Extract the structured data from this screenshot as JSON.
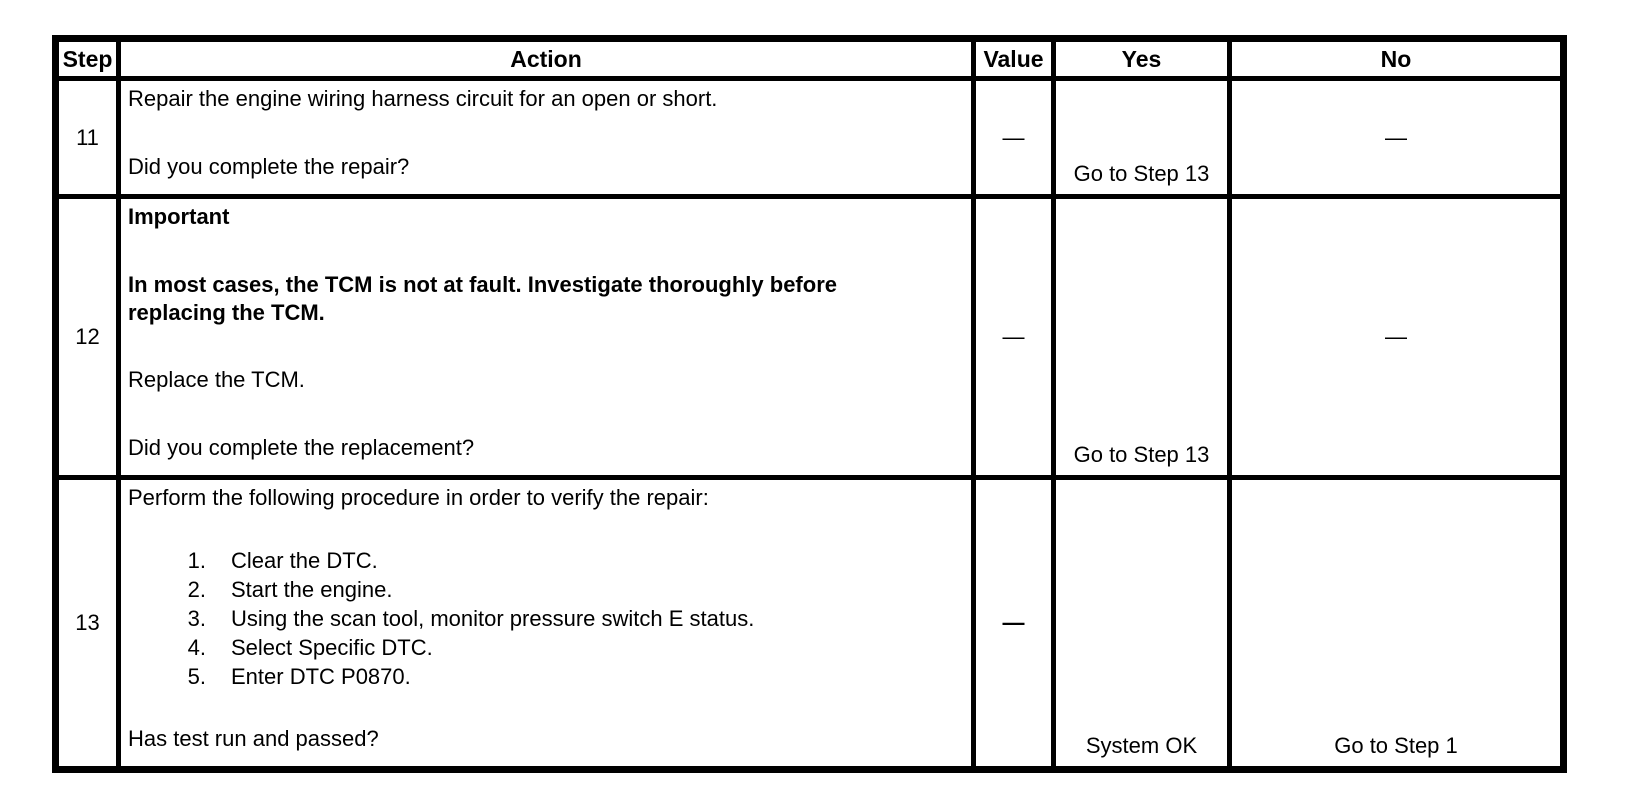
{
  "page": {
    "background": "#ffffff"
  },
  "table": {
    "colors": {
      "border": "#000000",
      "text": "#000000",
      "background": "#ffffff"
    },
    "header": {
      "step": "Step",
      "action": "Action",
      "value": "Value",
      "yes": "Yes",
      "no": "No"
    },
    "rows": [
      {
        "step": "11",
        "action": {
          "p1": "Repair the engine wiring harness circuit for an open or short.",
          "question": "Did you complete the repair?"
        },
        "value": "—",
        "yes": "Go to Step 13",
        "no": "—"
      },
      {
        "step": "12",
        "action": {
          "heading": "Important",
          "notice_line1": "In most cases, the TCM is not at fault. Investigate thoroughly before",
          "notice_line2": "replacing the TCM.",
          "p3": "Replace the TCM.",
          "question": "Did you complete the replacement?"
        },
        "value": "—",
        "yes": "Go to Step 13",
        "no": "—"
      },
      {
        "step": "13",
        "action": {
          "p1": "Perform the following procedure in order to verify the repair:",
          "list": [
            {
              "num": "1.",
              "text": "Clear the DTC."
            },
            {
              "num": "2.",
              "text": "Start the engine."
            },
            {
              "num": "3.",
              "text": "Using the scan tool, monitor pressure switch E status."
            },
            {
              "num": "4.",
              "text": "Select Specific DTC."
            },
            {
              "num": "5.",
              "text": "Enter DTC P0870."
            }
          ],
          "question": "Has test run and passed?"
        },
        "value": "—",
        "yes": "System OK",
        "no": "Go to Step 1"
      }
    ]
  }
}
